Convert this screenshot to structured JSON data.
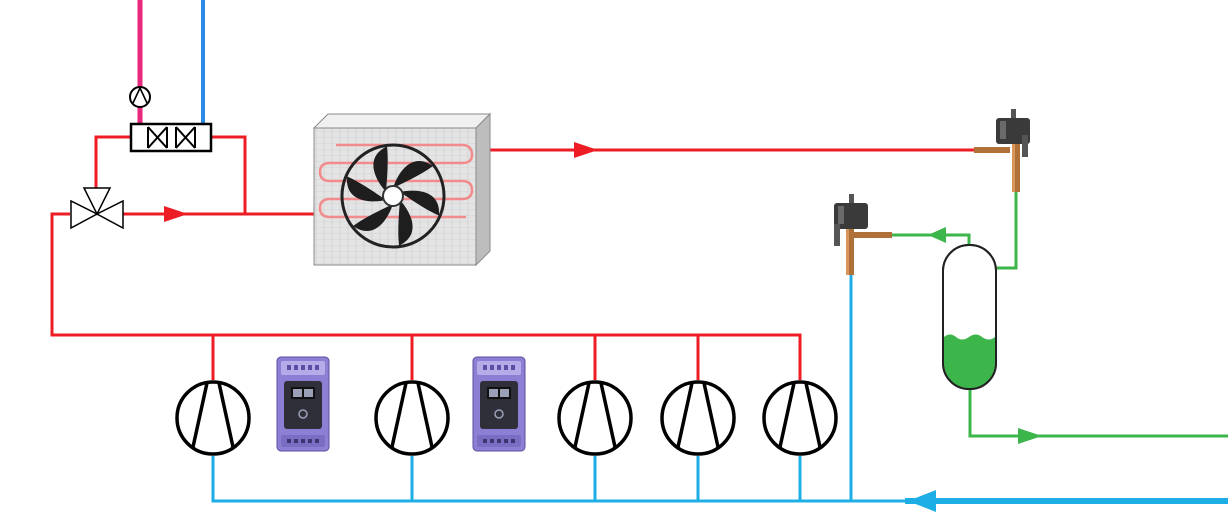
{
  "colors": {
    "hot_gas": "#ee1c25",
    "suction": "#1eaee6",
    "liquid": "#3cb54a",
    "heat_recovery": "#e8287c",
    "heat_return": "#2a8ae6",
    "symbol_stroke": "#000000",
    "drive_body": "#8d7fd3",
    "valve_body": "#3a3a3a",
    "valve_stem": "#b0703a"
  },
  "components": [
    {
      "id": "condenser",
      "icon": "fan-condenser-icon"
    },
    {
      "id": "heat-recovery-exchanger",
      "icon": "plate-heat-exchanger-icon"
    },
    {
      "id": "pump",
      "icon": "pump-icon"
    },
    {
      "id": "three-way-valve",
      "icon": "three-way-valve-icon"
    },
    {
      "id": "expansion-valve-1",
      "icon": "expansion-valve-icon"
    },
    {
      "id": "expansion-valve-2",
      "icon": "expansion-valve-icon"
    },
    {
      "id": "receiver",
      "icon": "liquid-receiver-icon"
    },
    {
      "id": "compressor",
      "icon": "compressor-icon",
      "count": 5
    },
    {
      "id": "vfd",
      "icon": "variable-frequency-drive-icon",
      "count": 2
    }
  ]
}
